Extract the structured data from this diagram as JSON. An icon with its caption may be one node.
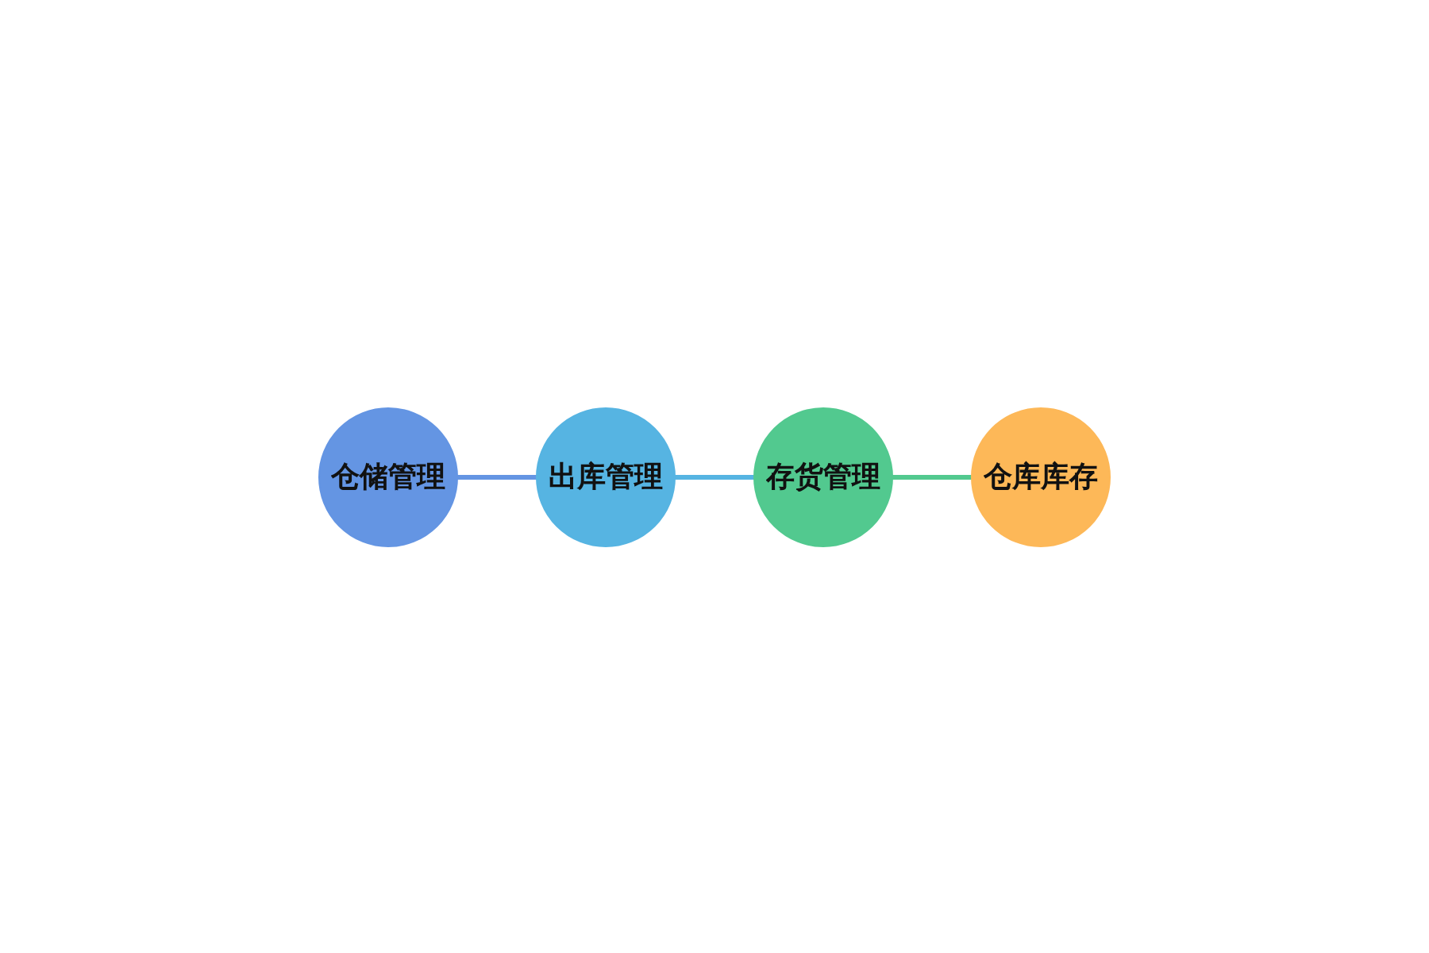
{
  "diagram": {
    "nodes": [
      {
        "text": [
          "仓储管理"
        ]
      },
      {
        "text": [
          "出库管理"
        ]
      },
      {
        "text": [
          "存货管理"
        ]
      },
      {
        "text": [
          "仓库库存"
        ]
      }
    ],
    "edges": [
      {
        "from": 0,
        "to": 1,
        "arrow": "none"
      },
      {
        "from": 1,
        "to": 2,
        "arrow": "none"
      },
      {
        "from": 2,
        "to": 3,
        "arrow": "none"
      }
    ]
  }
}
